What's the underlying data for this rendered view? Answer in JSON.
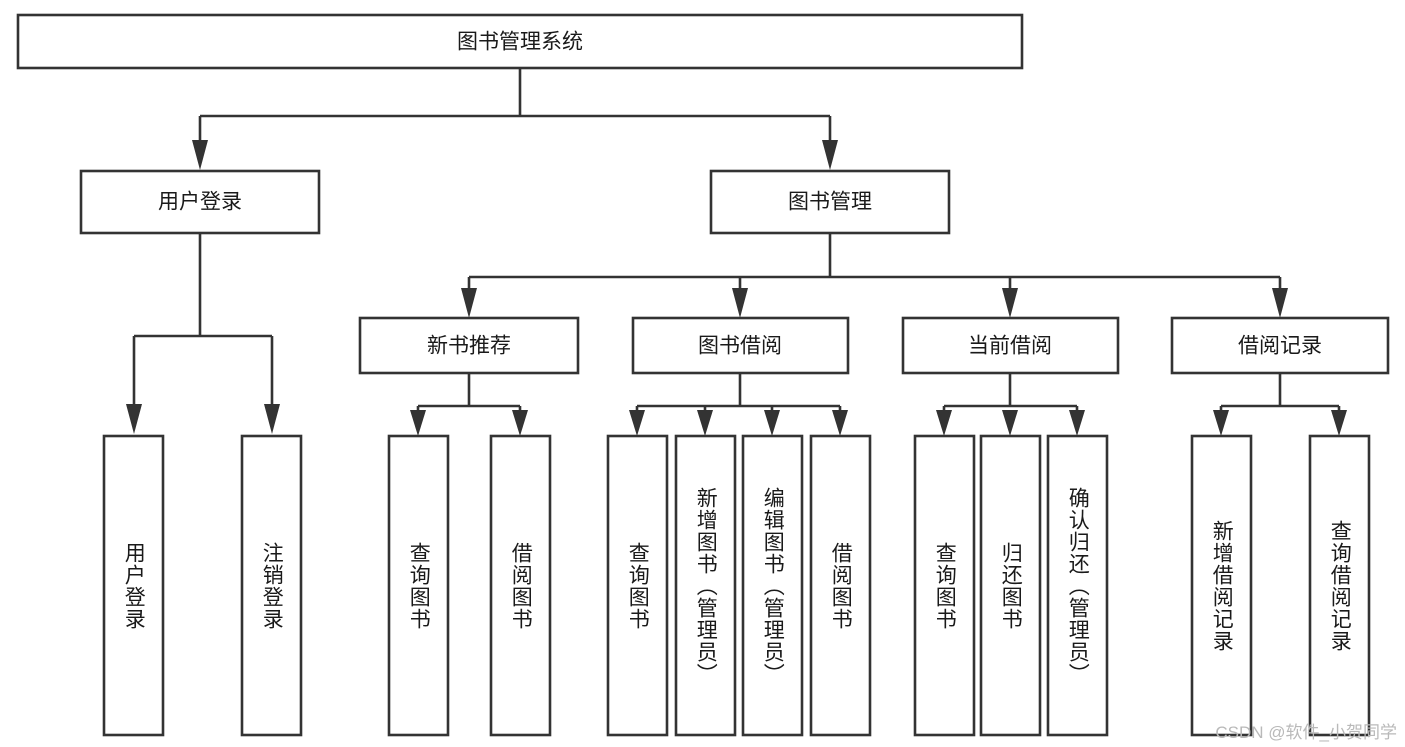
{
  "diagram": {
    "title": "图书管理系统",
    "type": "tree-hierarchy",
    "orientation": "top-down",
    "colors": {
      "box_stroke": "#333333",
      "box_fill": "#ffffff",
      "connector": "#333333",
      "text": "#1a1a1a",
      "watermark": "#b9b9b9",
      "background": "#ffffff"
    },
    "root": {
      "label": "图书管理系统"
    },
    "level2": [
      {
        "label": "用户登录"
      },
      {
        "label": "图书管理"
      }
    ],
    "level3": [
      {
        "label": "新书推荐"
      },
      {
        "label": "图书借阅"
      },
      {
        "label": "当前借阅"
      },
      {
        "label": "借阅记录"
      }
    ],
    "leaves": {
      "user_login": [
        {
          "label": "用户登录"
        },
        {
          "label": "注销登录"
        }
      ],
      "new_book_recommend": [
        {
          "label": "查询图书"
        },
        {
          "label": "借阅图书"
        }
      ],
      "book_borrow": [
        {
          "label": "查询图书"
        },
        {
          "label": "新增图书（管理员）"
        },
        {
          "label": "编辑图书（管理员）"
        },
        {
          "label": "借阅图书"
        }
      ],
      "current_borrow": [
        {
          "label": "查询图书"
        },
        {
          "label": "归还图书"
        },
        {
          "label": "确认归还（管理员）"
        }
      ],
      "borrow_record": [
        {
          "label": "新增借阅记录"
        },
        {
          "label": "查询借阅记录"
        }
      ]
    }
  },
  "watermark": {
    "text": "CSDN @软件_小贺同学"
  }
}
